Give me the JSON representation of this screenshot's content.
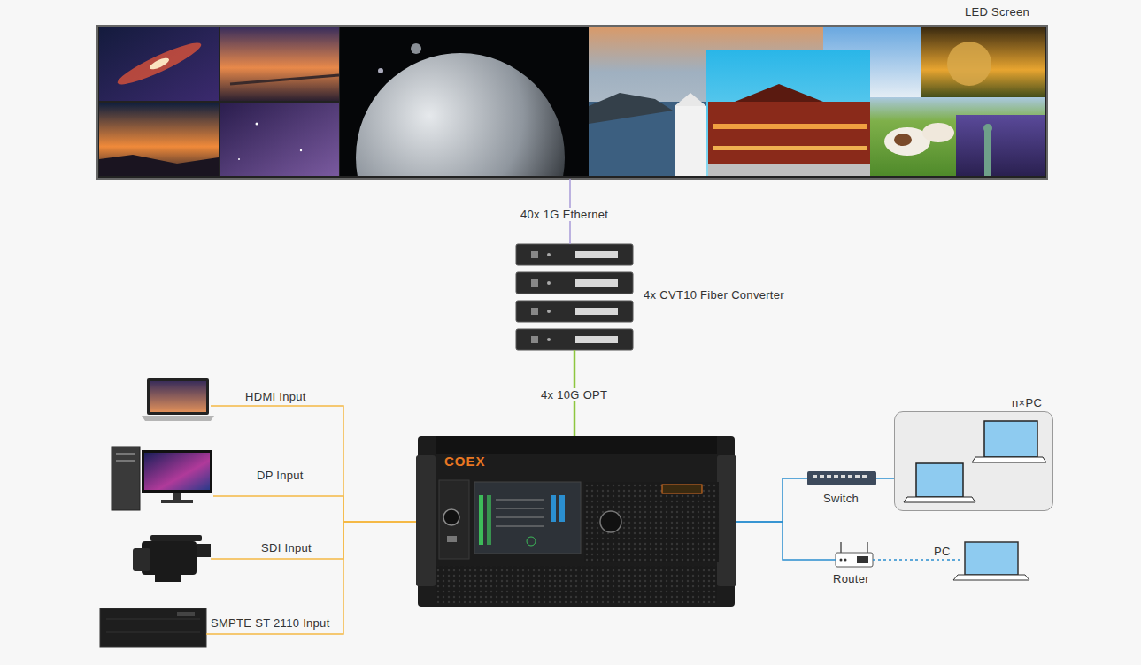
{
  "diagram": {
    "nodes": [
      {
        "text": [
          "LED Screen"
        ]
      },
      {
        "text": [
          "4x CVT10 Fiber Converter"
        ]
      },
      {
        "text": [
          "COEX"
        ]
      },
      {
        "text": [
          "HDMI Input"
        ]
      },
      {
        "text": [
          "DP Input"
        ]
      },
      {
        "text": [
          "SDI Input"
        ]
      },
      {
        "text": [
          "SMPTE ST 2110 Input"
        ]
      },
      {
        "text": [
          "Switch"
        ]
      },
      {
        "text": [
          "n×PC"
        ]
      },
      {
        "text": [
          "Router"
        ]
      },
      {
        "text": [
          "PC"
        ]
      }
    ],
    "edges": [
      {
        "from": 0,
        "to": 1,
        "label": "40x 1G Ethernet",
        "arrow": "none"
      },
      {
        "from": 1,
        "to": 2,
        "label": "4x 10G OPT",
        "arrow": "none"
      },
      {
        "from": 3,
        "to": 2,
        "arrow": "none"
      },
      {
        "from": 4,
        "to": 2,
        "arrow": "none"
      },
      {
        "from": 5,
        "to": 2,
        "arrow": "none"
      },
      {
        "from": 6,
        "to": 2,
        "arrow": "none"
      },
      {
        "from": 2,
        "to": 7,
        "arrow": "none"
      },
      {
        "from": 2,
        "to": 9,
        "arrow": "none"
      },
      {
        "from": 7,
        "to": 8,
        "arrow": "none"
      },
      {
        "from": 9,
        "to": 10,
        "arrow": "none"
      }
    ]
  }
}
